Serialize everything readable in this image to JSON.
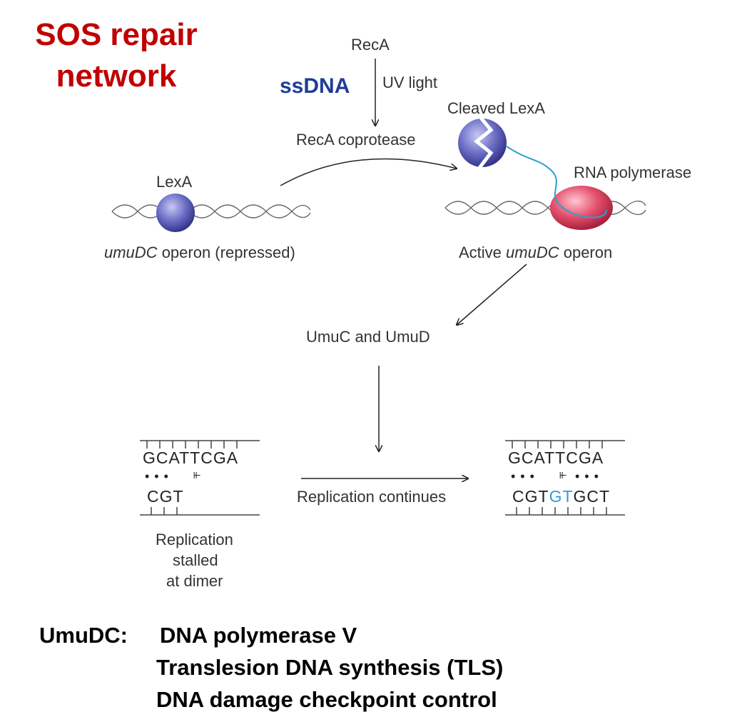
{
  "title": {
    "line1": "SOS repair",
    "line2": "network"
  },
  "pathway": {
    "reca": "RecA",
    "uv_light": "UV light",
    "ssdna": "ssDNA",
    "reca_coprotease": "RecA coprotease",
    "cleaved_lexa": "Cleaved LexA",
    "rna_polymerase": "RNA polymerase",
    "lexa": "LexA",
    "repressed_gene": "umuDC",
    "repressed_suffix": " operon (repressed)",
    "active_prefix": "Active ",
    "active_gene": "umuDC",
    "active_suffix": " operon",
    "umuc_umud": "UmuC and UmuD"
  },
  "replication": {
    "stalled_top": "GCATTCGA",
    "stalled_bottom": "CGT",
    "dots_left": "• • •",
    "dimer_mark": "⫦",
    "stalled_caption": [
      "Replication",
      "stalled",
      "at dimer"
    ],
    "continues": "Replication continues",
    "resumed_top": "GCATTCGA",
    "resumed_bottom_a": "CGT",
    "resumed_bottom_b": "GT",
    "resumed_bottom_c": "GCT",
    "dots_right_a": "• • •",
    "dots_right_b": "• • •",
    "inserted_color": "#2a9fd6"
  },
  "summary": {
    "label": "UmuDC:",
    "line1": "DNA polymerase V",
    "line2": "Translesion DNA synthesis (TLS)",
    "line3": "DNA damage checkpoint control"
  },
  "colors": {
    "title": "#c00000",
    "ssdna": "#1f3c99",
    "lexa": "#6a6cc4",
    "rna_pol": "#e0506a"
  }
}
